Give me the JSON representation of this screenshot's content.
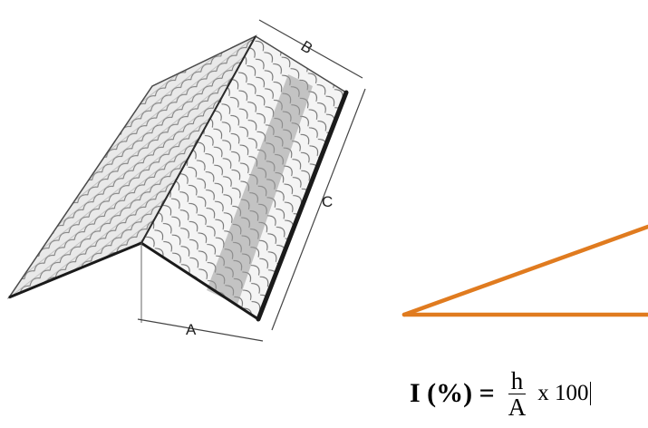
{
  "roof_sketch": {
    "dimension_labels": {
      "a": "A",
      "b": "B",
      "c": "C"
    }
  },
  "slope_triangle": {
    "line_color": "#e07b1f"
  },
  "formula": {
    "lhs": "I (%) =",
    "numerator": "h",
    "denominator": "A",
    "multiplier": "x 100"
  }
}
